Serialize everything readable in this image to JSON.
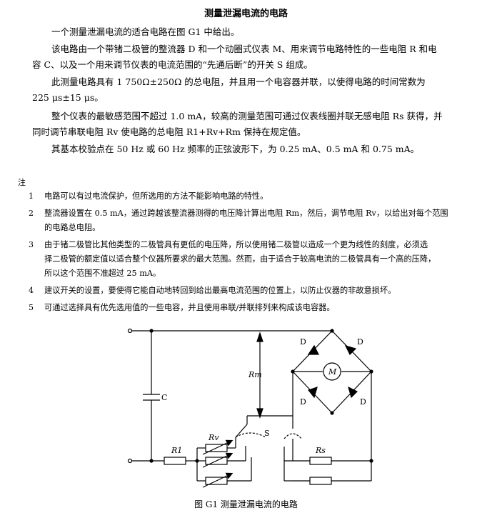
{
  "title": "测量泄漏电流的电路",
  "paragraphs": [
    "一个测量泄漏电流的适合电路在图 G1 中给出。",
    "该电路由一个带锗二极管的整流器 D 和一个动圈式仪表 M、用来调节电路特性的一些电阻 R 和电",
    "容 C、以及一个用来调节仪表的电流范围的“先通后断”的开关 S 组成。",
    "此测量电路具有 1 750Ω±250Ω 的总电阻，并且用一个电容器并联，以使得电路的时间常数为",
    "225 μs±15 μs。",
    "整个仪表的最敏感范围不超过 1.0 mA，较高的测量范围可通过仪表线圈并联无感电阻 Rs 获得，并",
    "同时调节串联电阻 Rv 使电路的总电阻 R1+Rv+Rm 保持在规定值。",
    "其基本校验点在 50 Hz 或 60 Hz 频率的正弦波形下，为 0.25 mA、0.5 mA 和 0.75 mA。"
  ],
  "notes_label": "注",
  "notes": [
    {
      "num": "1",
      "lines": [
        "电路可以有过电流保护，但所选用的方法不能影响电路的特性。"
      ]
    },
    {
      "num": "2",
      "lines": [
        "整流器设置在 0.5 mA，通过跨越该整流器测得的电压降计算出电阻 Rm，然后，调节电阻 Rv，以给出对每个范围",
        "的电路总电阻。"
      ]
    },
    {
      "num": "3",
      "lines": [
        "由于锗二极管比其他类型的二极管具有更低的电压降，所以使用锗二极管以造成一个更为线性的刻度，必须选",
        "择二极管的额定值以适合整个仪器所要求的最大范围。然而，由于适合于较高电流的二极管具有一个高的压降，",
        "所以这个范围不准超过 25 mA。"
      ]
    },
    {
      "num": "4",
      "lines": [
        "建议开关的设置，要使得它能自动地转回到给出最高电流范围的位置上，以防止仪器的非故意损坏。"
      ]
    },
    {
      "num": "5",
      "lines": [
        "可通过选择具有优先选用值的一些电容，并且使用串联/并联排列来构成该电容器。"
      ]
    }
  ],
  "diagram": {
    "label_c": "C",
    "label_rm": "Rm",
    "label_m": "M",
    "label_s": "S",
    "label_r1": "R1",
    "label_rv": "Rv",
    "label_rs": "Rs",
    "label_d": "D"
  },
  "caption": "图 G1    测量泄漏电流的电路"
}
